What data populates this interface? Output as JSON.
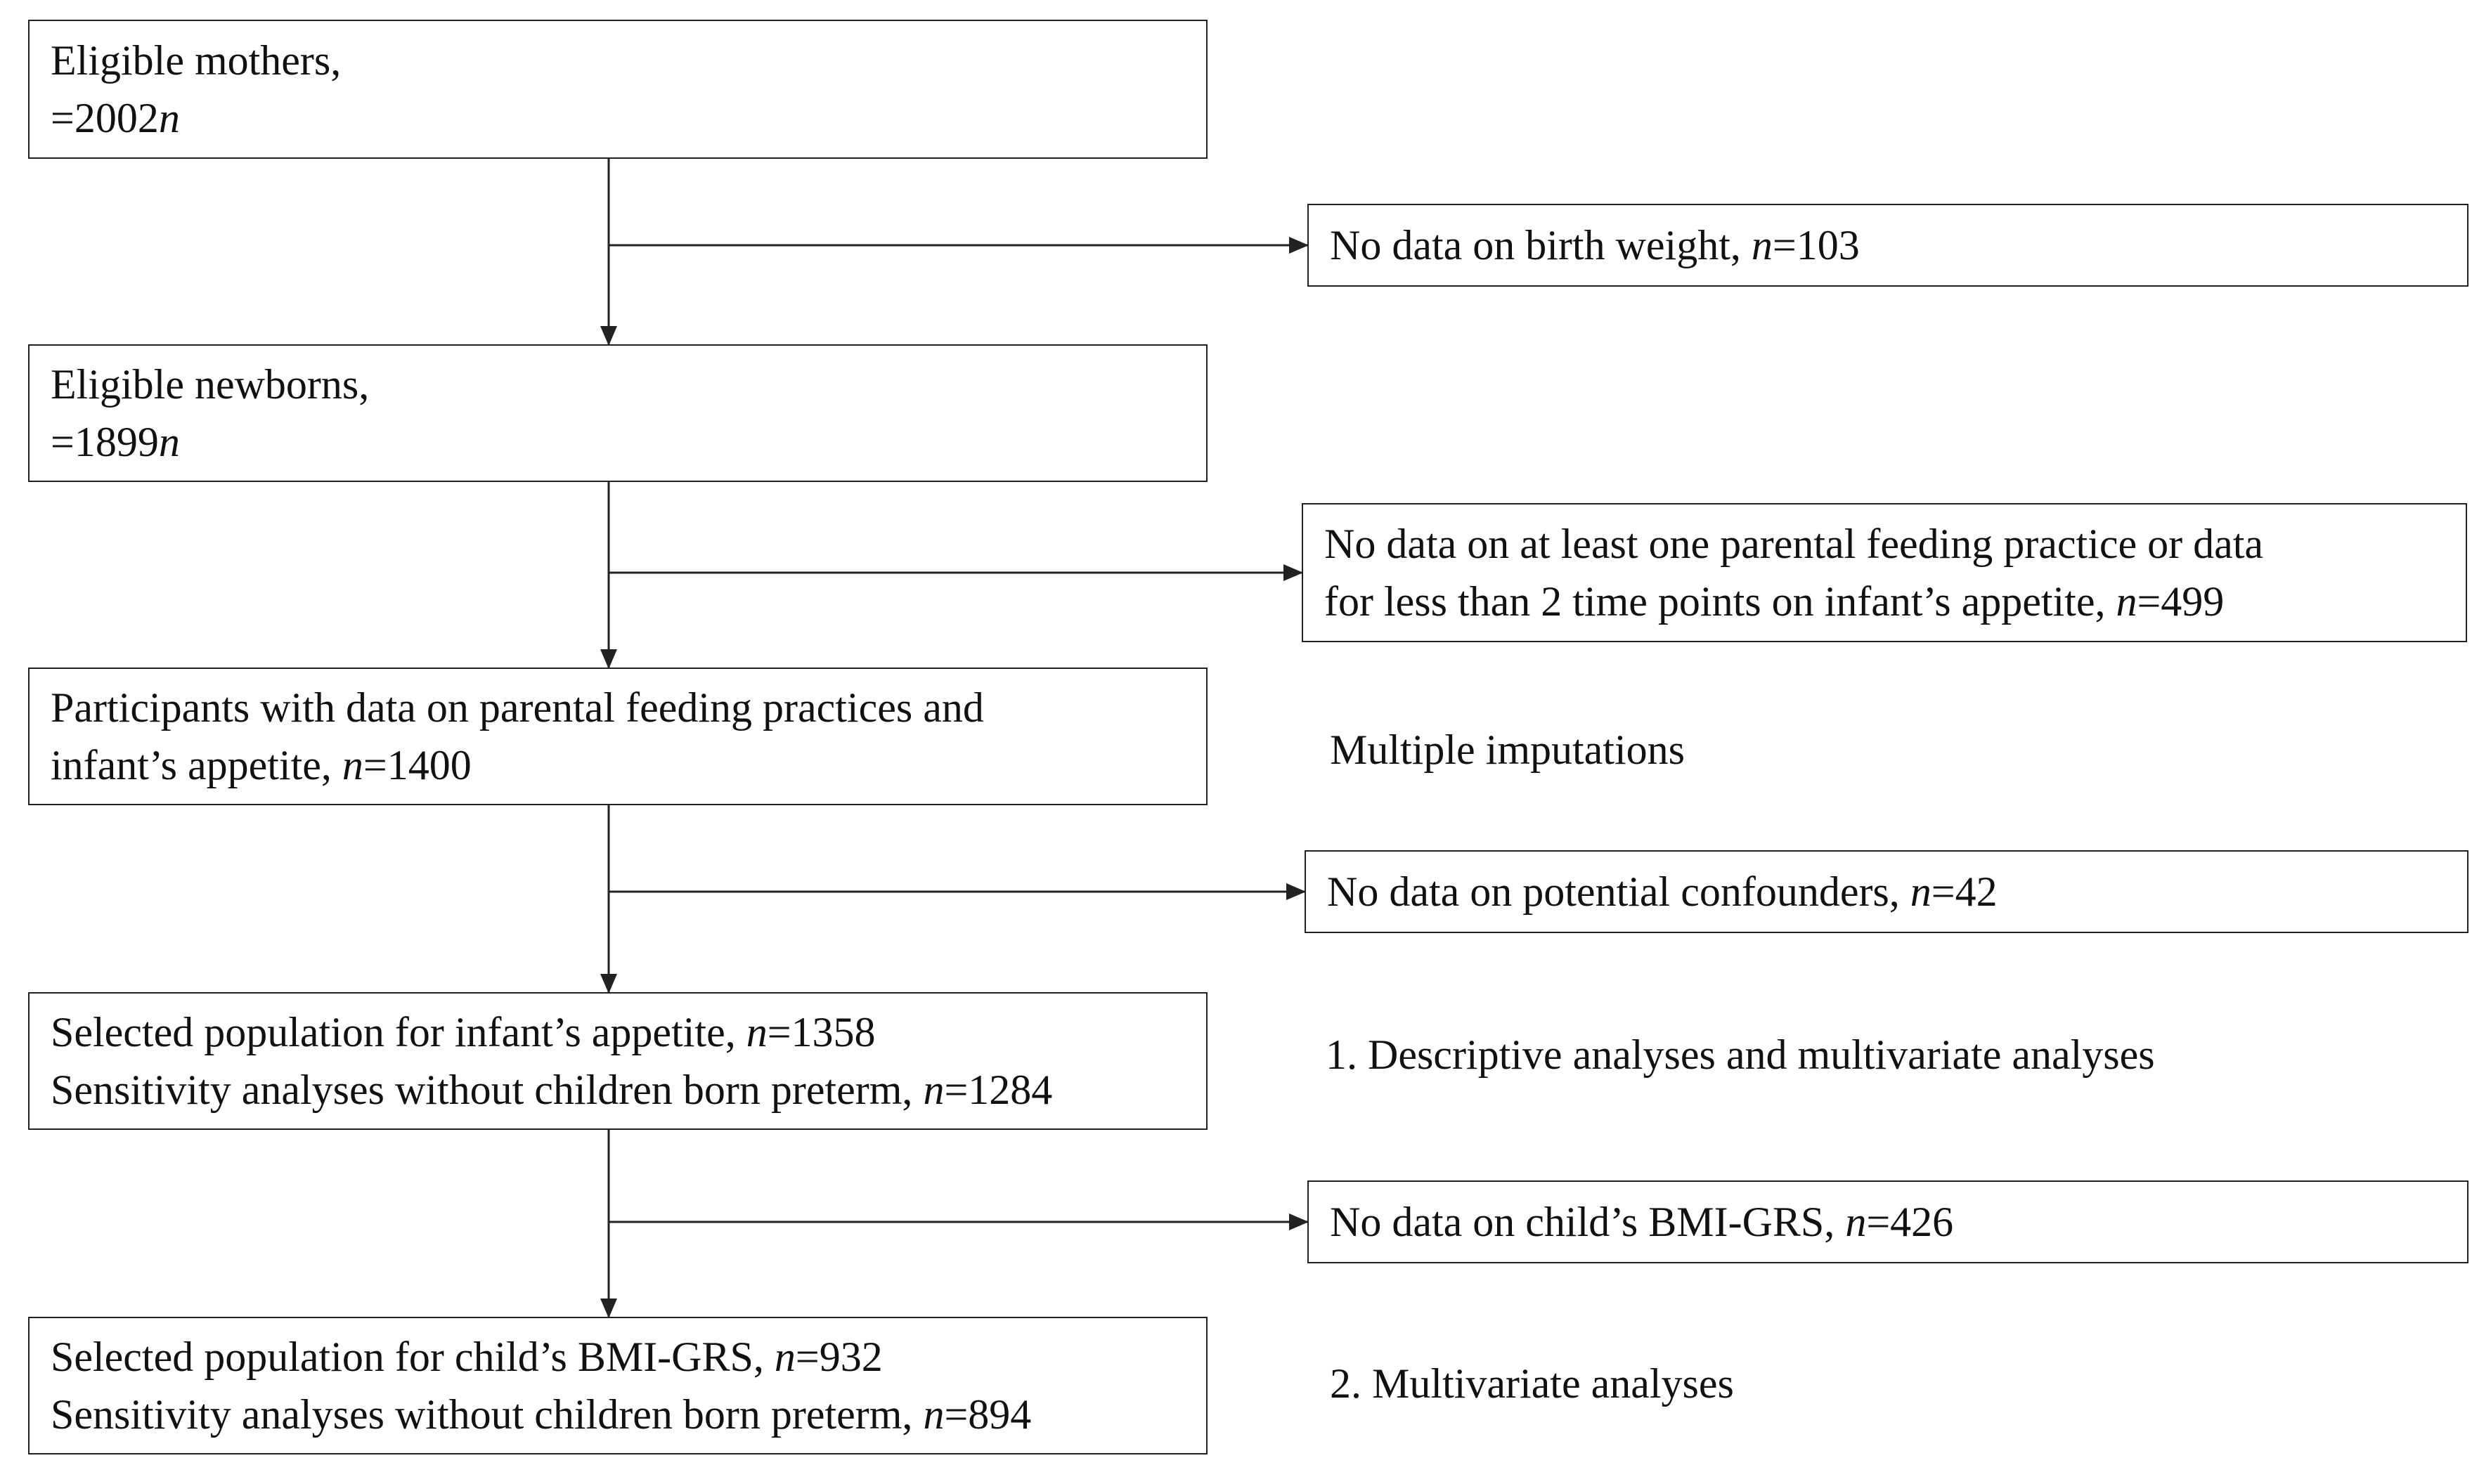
{
  "left_boxes": [
    {
      "lines": [
        {
          "t": "Eligible mothers,"
        },
        {
          "n": "n",
          "t": "=2002"
        }
      ]
    },
    {
      "lines": [
        {
          "t": "Eligible newborns,"
        },
        {
          "n": "n",
          "t": "=1899"
        }
      ]
    },
    {
      "lines": [
        {
          "t": "Participants with data on parental feeding practices and"
        },
        {
          "t": "infant’s appetite, ",
          "n": "n",
          "t2": "=1400"
        }
      ]
    },
    {
      "lines": [
        {
          "t": "Selected population for infant’s appetite, ",
          "n": "n",
          "t2": "=1358"
        },
        {
          "t": "Sensitivity analyses without children born preterm, ",
          "n": "n",
          "t2": "=1284"
        }
      ]
    },
    {
      "lines": [
        {
          "t": "Selected population for child’s BMI-GRS, ",
          "n": "n",
          "t2": "=932"
        },
        {
          "t": "Sensitivity analyses without children born preterm, ",
          "n": "n",
          "t2": "=894"
        }
      ]
    }
  ],
  "exclusion_boxes": [
    {
      "lines": [
        {
          "t": "No data on birth weight, ",
          "n": "n",
          "t2": "=103"
        }
      ]
    },
    {
      "lines": [
        {
          "t": "No data on at least one parental feeding practice or data"
        },
        {
          "t": "for less than 2 time points on infant’s appetite, ",
          "n": "n",
          "t2": "=499"
        }
      ]
    },
    {
      "lines": [
        {
          "t": "No data on potential confounders, ",
          "n": "n",
          "t2": "=42"
        }
      ]
    },
    {
      "lines": [
        {
          "t": "No data on child’s BMI-GRS, ",
          "n": "n",
          "t2": "=426"
        }
      ]
    }
  ],
  "side_notes": [
    "Multiple imputations",
    "1. Descriptive analyses and multivariate analyses",
    "2. Multivariate analyses"
  ],
  "colors": {
    "stroke": "#222222",
    "text": "#111111",
    "background": "#ffffff"
  }
}
